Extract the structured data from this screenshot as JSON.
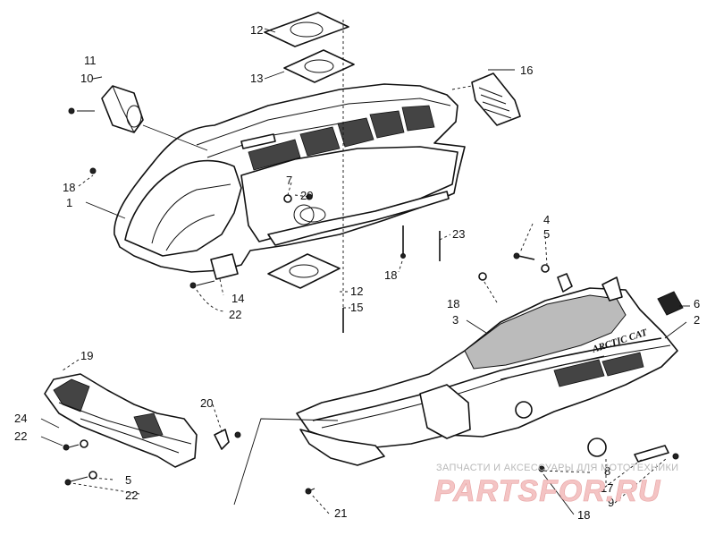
{
  "callouts": {
    "c1": "1",
    "c2": "2",
    "c3": "3",
    "c4": "4",
    "c5a": "5",
    "c5b": "5",
    "c6": "6",
    "c7": "7",
    "c8": "8",
    "c9": "9",
    "c10": "10",
    "c11": "11",
    "c12a": "12",
    "c12b": "12",
    "c13": "13",
    "c14": "14",
    "c15": "15",
    "c16": "16",
    "c17": "17",
    "c18a": "18",
    "c18b": "18",
    "c18c": "18",
    "c18d": "18",
    "c19": "19",
    "c20a": "20",
    "c20b": "20",
    "c21": "21",
    "c22a": "22",
    "c22b": "22",
    "c22c": "22",
    "c23": "23",
    "c24": "24"
  },
  "hood_badge": "ARCTIC CAT",
  "watermark": {
    "line1": "ЗАПЧАСТИ И АКСЕССУАРЫ ДЛЯ МОТОТЕХНИКИ",
    "line2": "PARTSFOR.RU"
  }
}
